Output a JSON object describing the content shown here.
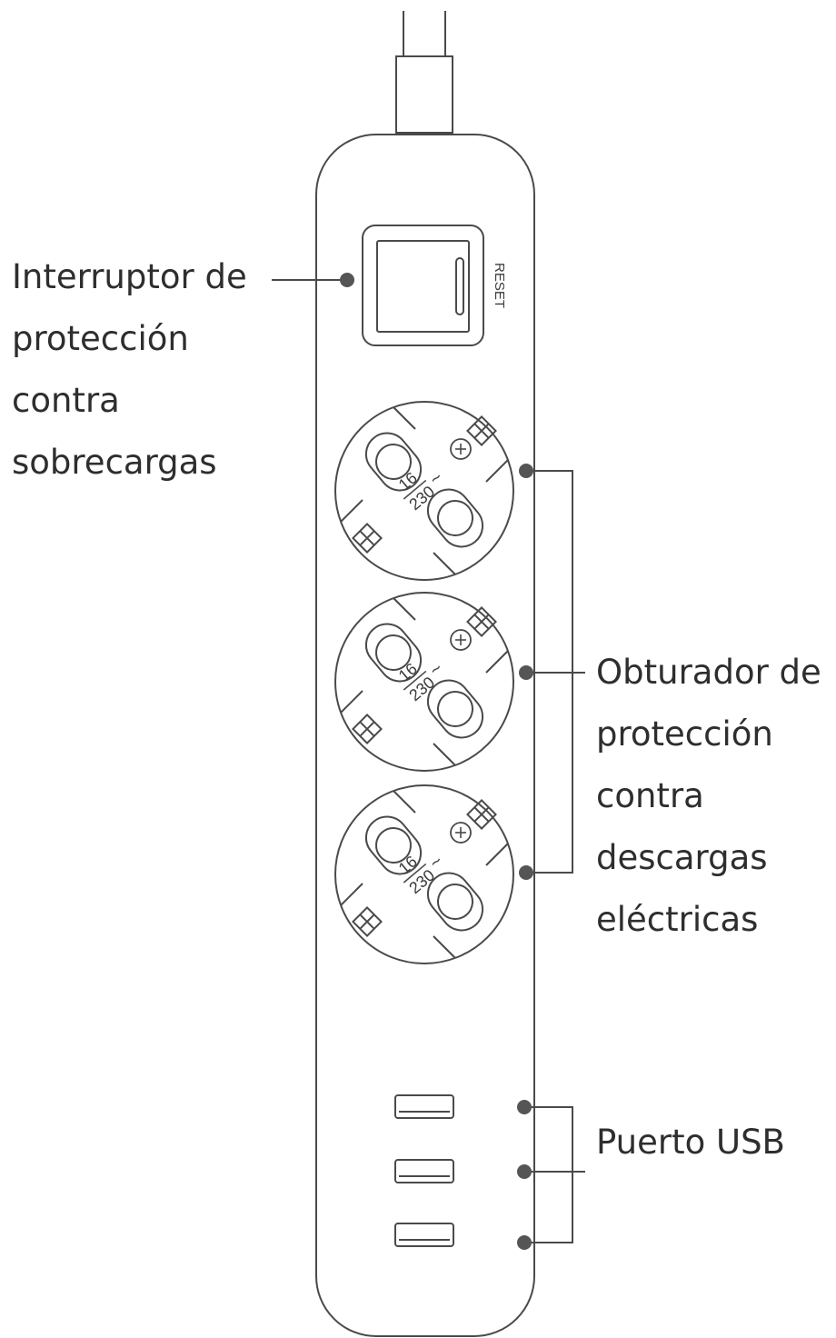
{
  "switch": {
    "reset_label": "RESET"
  },
  "sockets": [
    {
      "rating_current": "16",
      "rating_voltage": "230",
      "ac_symbol": "~"
    },
    {
      "rating_current": "16",
      "rating_voltage": "230",
      "ac_symbol": "~"
    },
    {
      "rating_current": "16",
      "rating_voltage": "230",
      "ac_symbol": "~"
    }
  ],
  "callouts": {
    "overload_switch": [
      "Interruptor de",
      "protección",
      "contra",
      "sobrecargas"
    ],
    "shutter": [
      "Obturador de",
      "protección",
      "contra",
      "descargas",
      "eléctricas"
    ],
    "usb": [
      "Puerto USB"
    ]
  },
  "colors": {
    "line": "#4a4a4a",
    "dot": "#555555",
    "text": "#2e2e2e",
    "background": "#ffffff"
  }
}
